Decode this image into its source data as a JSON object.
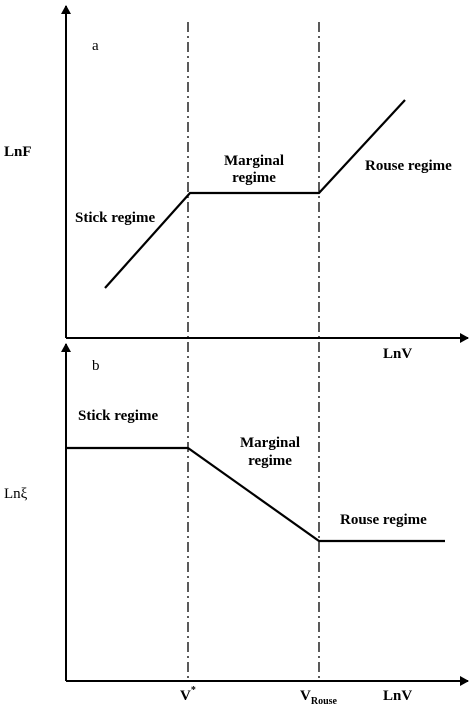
{
  "panel_a": {
    "label": "a",
    "y_label": "LnF",
    "x_label": "LnV",
    "regimes": {
      "stick": "Stick regime",
      "marginal_line1": "Marginal",
      "marginal_line2": "regime",
      "rouse": "Rouse regime"
    }
  },
  "panel_b": {
    "label": "b",
    "y_label": "Lnξ",
    "x_label": "LnV",
    "regimes": {
      "stick": "Stick regime",
      "marginal_line1": "Marginal",
      "marginal_line2": "regime",
      "rouse": "Rouse regime"
    }
  },
  "ticks": {
    "v_star": "V",
    "v_star_sup": "*",
    "v_rouse": "V",
    "v_rouse_sub": "Rouse"
  }
}
